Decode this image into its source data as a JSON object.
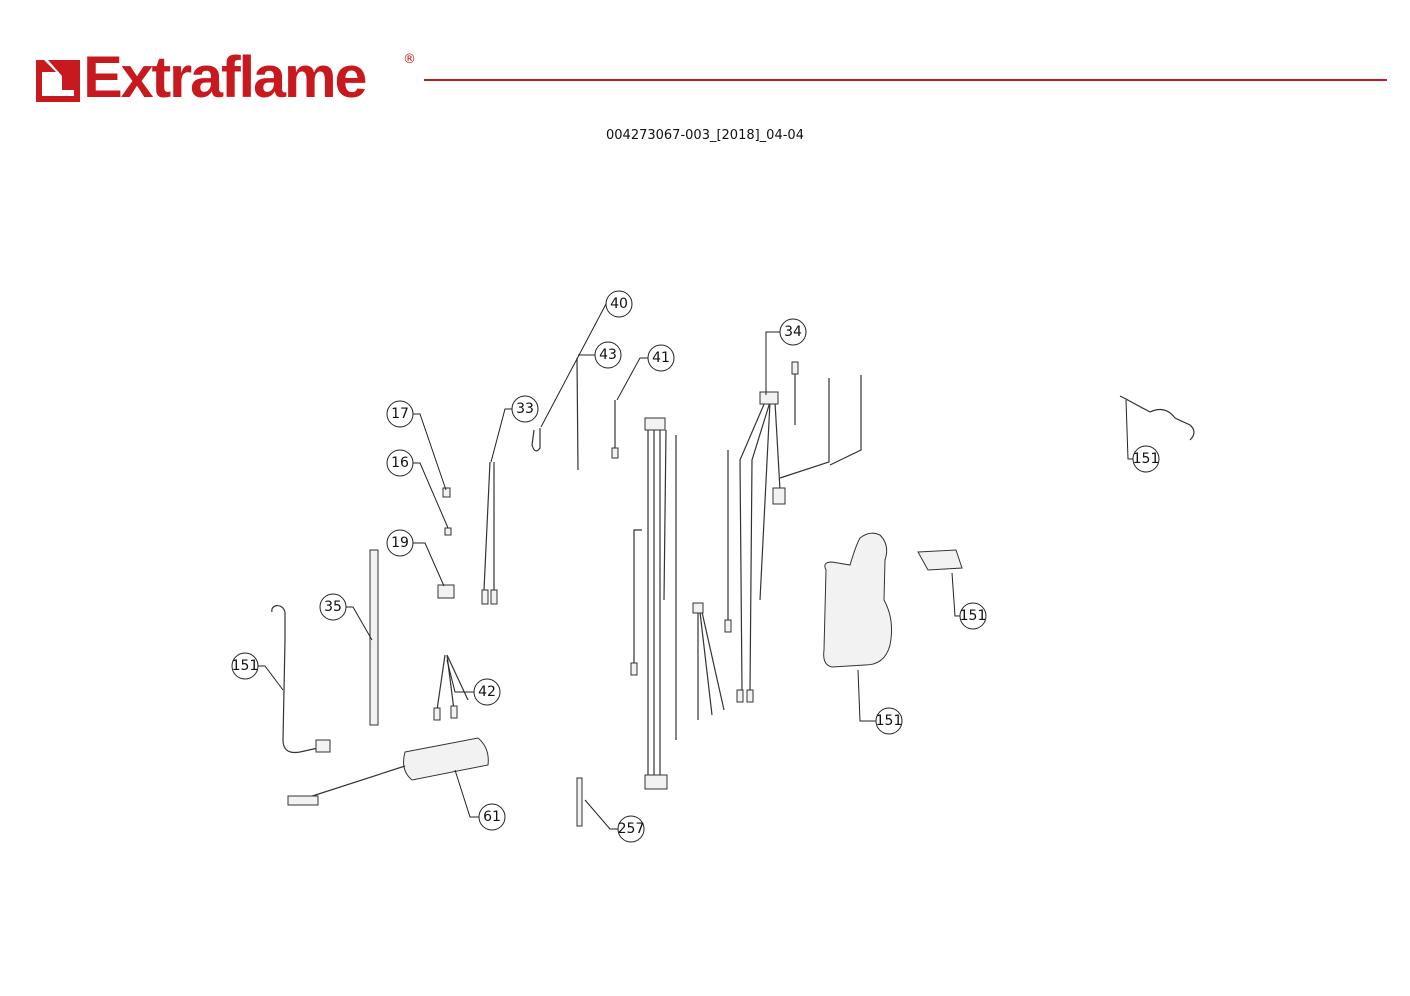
{
  "header": {
    "brand": "Extraflame",
    "registered_mark": "®",
    "document_code": "004273067-003_[2018]_04-04",
    "brand_color": "#c8191f"
  },
  "callouts": [
    "40",
    "43",
    "41",
    "34",
    "33",
    "17",
    "16",
    "19",
    "35",
    "151",
    "42",
    "61",
    "257",
    "151",
    "151",
    "151"
  ]
}
